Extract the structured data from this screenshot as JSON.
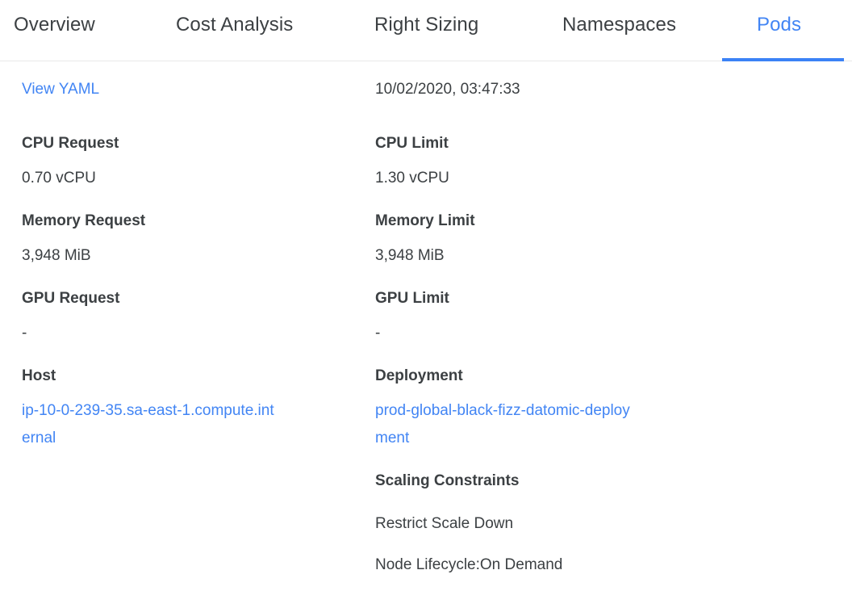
{
  "theme": {
    "accent": "#4285f4",
    "underline": "#3b82f6",
    "text": "#3c4043",
    "border": "#e8e8e8",
    "background": "#ffffff"
  },
  "tabs": [
    {
      "label": "Overview",
      "active": false
    },
    {
      "label": "Cost Analysis",
      "active": false
    },
    {
      "label": "Right Sizing",
      "active": false
    },
    {
      "label": "Namespaces",
      "active": false
    },
    {
      "label": "Pods",
      "active": true
    }
  ],
  "details": {
    "left": {
      "view_yaml_link": "View YAML",
      "fields": [
        {
          "label": "CPU Request",
          "value": "0.70 vCPU"
        },
        {
          "label": "Memory Request",
          "value": "3,948 MiB"
        },
        {
          "label": "GPU Request",
          "value": "-"
        },
        {
          "label": "Host",
          "value": "ip-10-0-239-35.sa-east-1.compute.internal",
          "is_link": true
        }
      ]
    },
    "right": {
      "timestamp": "10/02/2020, 03:47:33",
      "fields": [
        {
          "label": "CPU Limit",
          "value": "1.30 vCPU"
        },
        {
          "label": "Memory Limit",
          "value": "3,948 MiB"
        },
        {
          "label": "GPU Limit",
          "value": "-"
        },
        {
          "label": "Deployment",
          "value": "prod-global-black-fizz-datomic-deployment",
          "is_link": true
        }
      ],
      "scaling_constraints": {
        "heading": "Scaling Constraints",
        "items": [
          "Restrict Scale Down",
          "Node Lifecycle:On Demand"
        ]
      }
    }
  }
}
